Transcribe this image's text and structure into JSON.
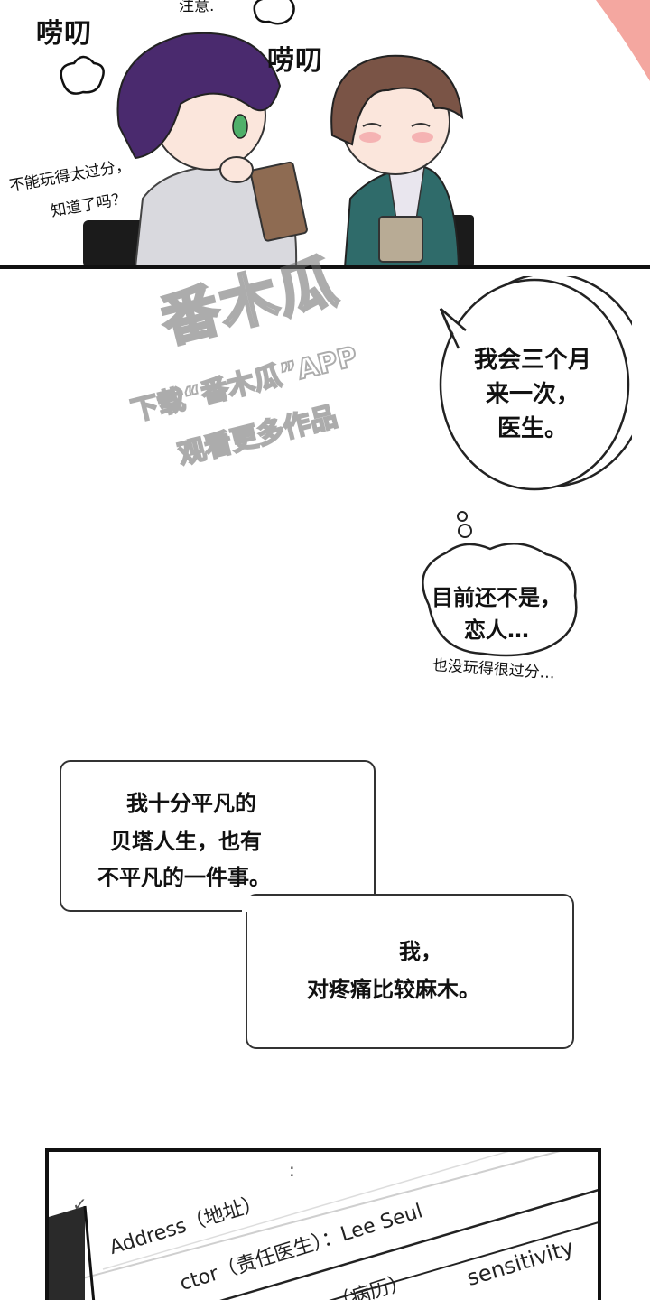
{
  "top_panel": {
    "sfx_left": "唠叨",
    "sfx_right": "唠叨",
    "top_cut_text": "注意.",
    "side_line_1": "不能玩得太过分，",
    "side_line_2": "知道了吗？"
  },
  "watermark": {
    "big": "番木瓜",
    "line1": "下载“番木瓜”APP",
    "line2": "观看更多作品"
  },
  "speech_bubble": {
    "lines": [
      "我会三个月",
      "来一次，",
      "医生。"
    ]
  },
  "thought_bubble": {
    "lines": [
      "目前还不是，",
      "恋人…"
    ],
    "trailing": "也没玩得很过分…"
  },
  "narration": {
    "box1_lines": [
      "我十分平凡的",
      "贝塔人生，也有",
      "不平凡的一件事。"
    ],
    "box2_lines": [
      "我，",
      "对疼痛比较麻木。"
    ]
  },
  "document": {
    "check": "✓",
    "address": "Address（地址）",
    "doctor": "ctor（责任医生）：Lee Seul",
    "history": "（病历）",
    "sensitivity": "sensitivity"
  },
  "colors": {
    "ink": "#111111",
    "hair_left": "#4a2a6e",
    "hair_right": "#7a5446",
    "cardigan": "#2f6b6a",
    "accent_pink": "#f4a7a0"
  }
}
